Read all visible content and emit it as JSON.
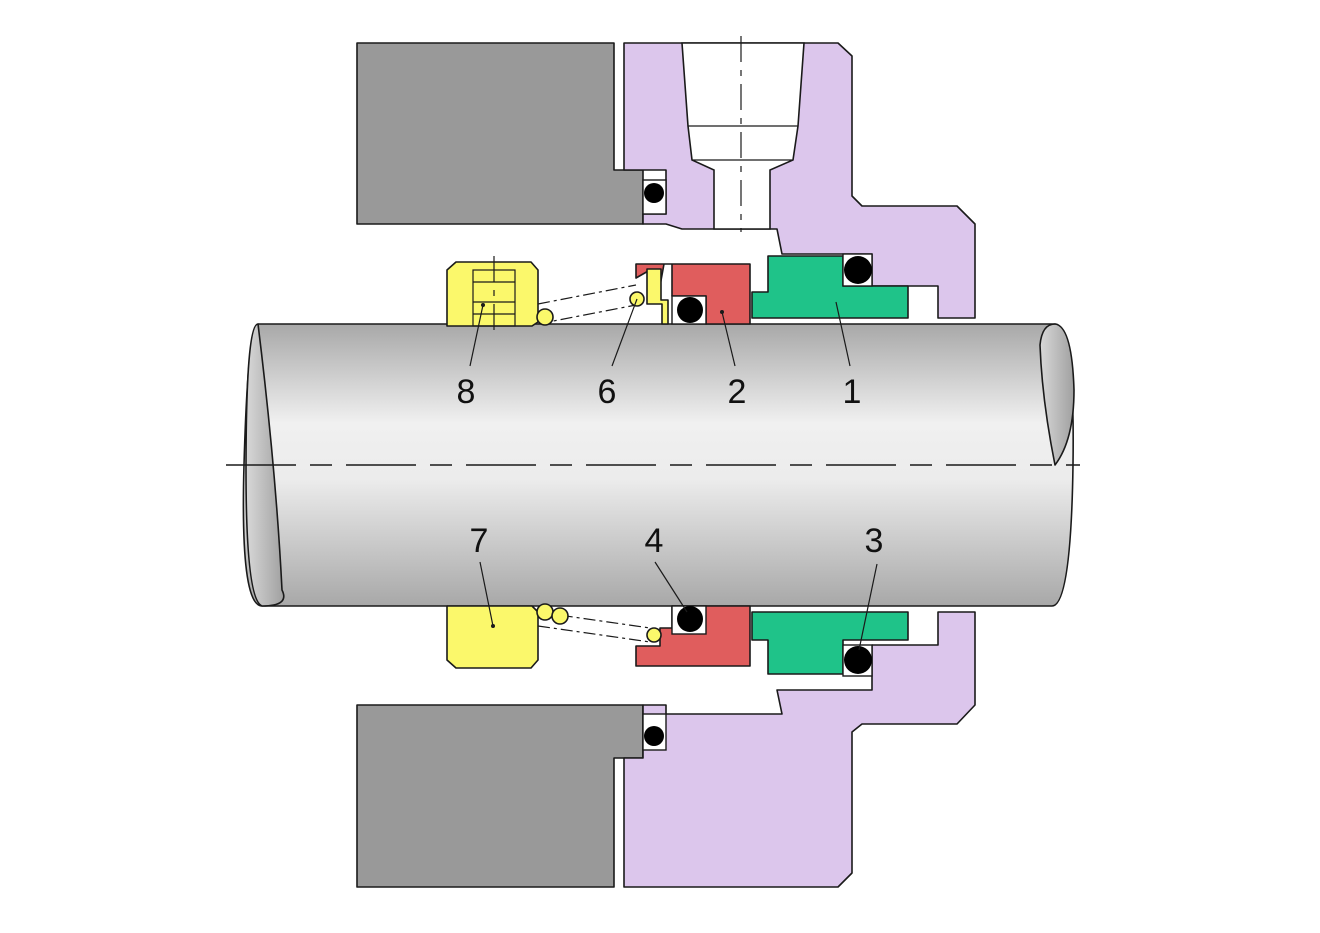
{
  "diagram": {
    "colors": {
      "housing": "#999999",
      "gland": "#dcc6ec",
      "stationary_seat": "#1fc389",
      "rotating_face": "#e05d5d",
      "drive_collar": "#fbf86b",
      "spring_coil": "#fbf86b",
      "o_ring": "#000000",
      "shaft_light": "#f0f0f0",
      "shaft_dark": "#a8a8a8"
    },
    "labels": {
      "part_1": "1",
      "part_2": "2",
      "part_3": "3",
      "part_4": "4",
      "part_6": "6",
      "part_7": "7",
      "part_8": "8"
    }
  }
}
